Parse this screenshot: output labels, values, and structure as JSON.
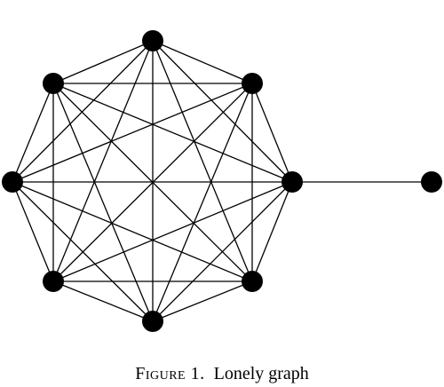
{
  "figure": {
    "label": "Figure 1.",
    "title": "Lonely graph"
  },
  "graph": {
    "edge_color": "#000000",
    "node_color": "#000000",
    "nodes": [
      {
        "id": "v0"
      },
      {
        "id": "v1"
      },
      {
        "id": "v2"
      },
      {
        "id": "v3"
      },
      {
        "id": "v4"
      },
      {
        "id": "v5"
      },
      {
        "id": "v6"
      },
      {
        "id": "v7"
      },
      {
        "id": "v8"
      }
    ],
    "edges": [
      [
        "v0",
        "v1"
      ],
      [
        "v0",
        "v2"
      ],
      [
        "v0",
        "v3"
      ],
      [
        "v0",
        "v4"
      ],
      [
        "v0",
        "v5"
      ],
      [
        "v0",
        "v6"
      ],
      [
        "v0",
        "v7"
      ],
      [
        "v1",
        "v2"
      ],
      [
        "v1",
        "v3"
      ],
      [
        "v1",
        "v4"
      ],
      [
        "v1",
        "v5"
      ],
      [
        "v1",
        "v6"
      ],
      [
        "v1",
        "v7"
      ],
      [
        "v2",
        "v3"
      ],
      [
        "v2",
        "v4"
      ],
      [
        "v2",
        "v5"
      ],
      [
        "v2",
        "v6"
      ],
      [
        "v2",
        "v7"
      ],
      [
        "v3",
        "v4"
      ],
      [
        "v3",
        "v5"
      ],
      [
        "v3",
        "v6"
      ],
      [
        "v3",
        "v7"
      ],
      [
        "v4",
        "v5"
      ],
      [
        "v4",
        "v6"
      ],
      [
        "v4",
        "v7"
      ],
      [
        "v5",
        "v6"
      ],
      [
        "v5",
        "v7"
      ],
      [
        "v6",
        "v7"
      ],
      [
        "v2",
        "v8"
      ]
    ]
  }
}
